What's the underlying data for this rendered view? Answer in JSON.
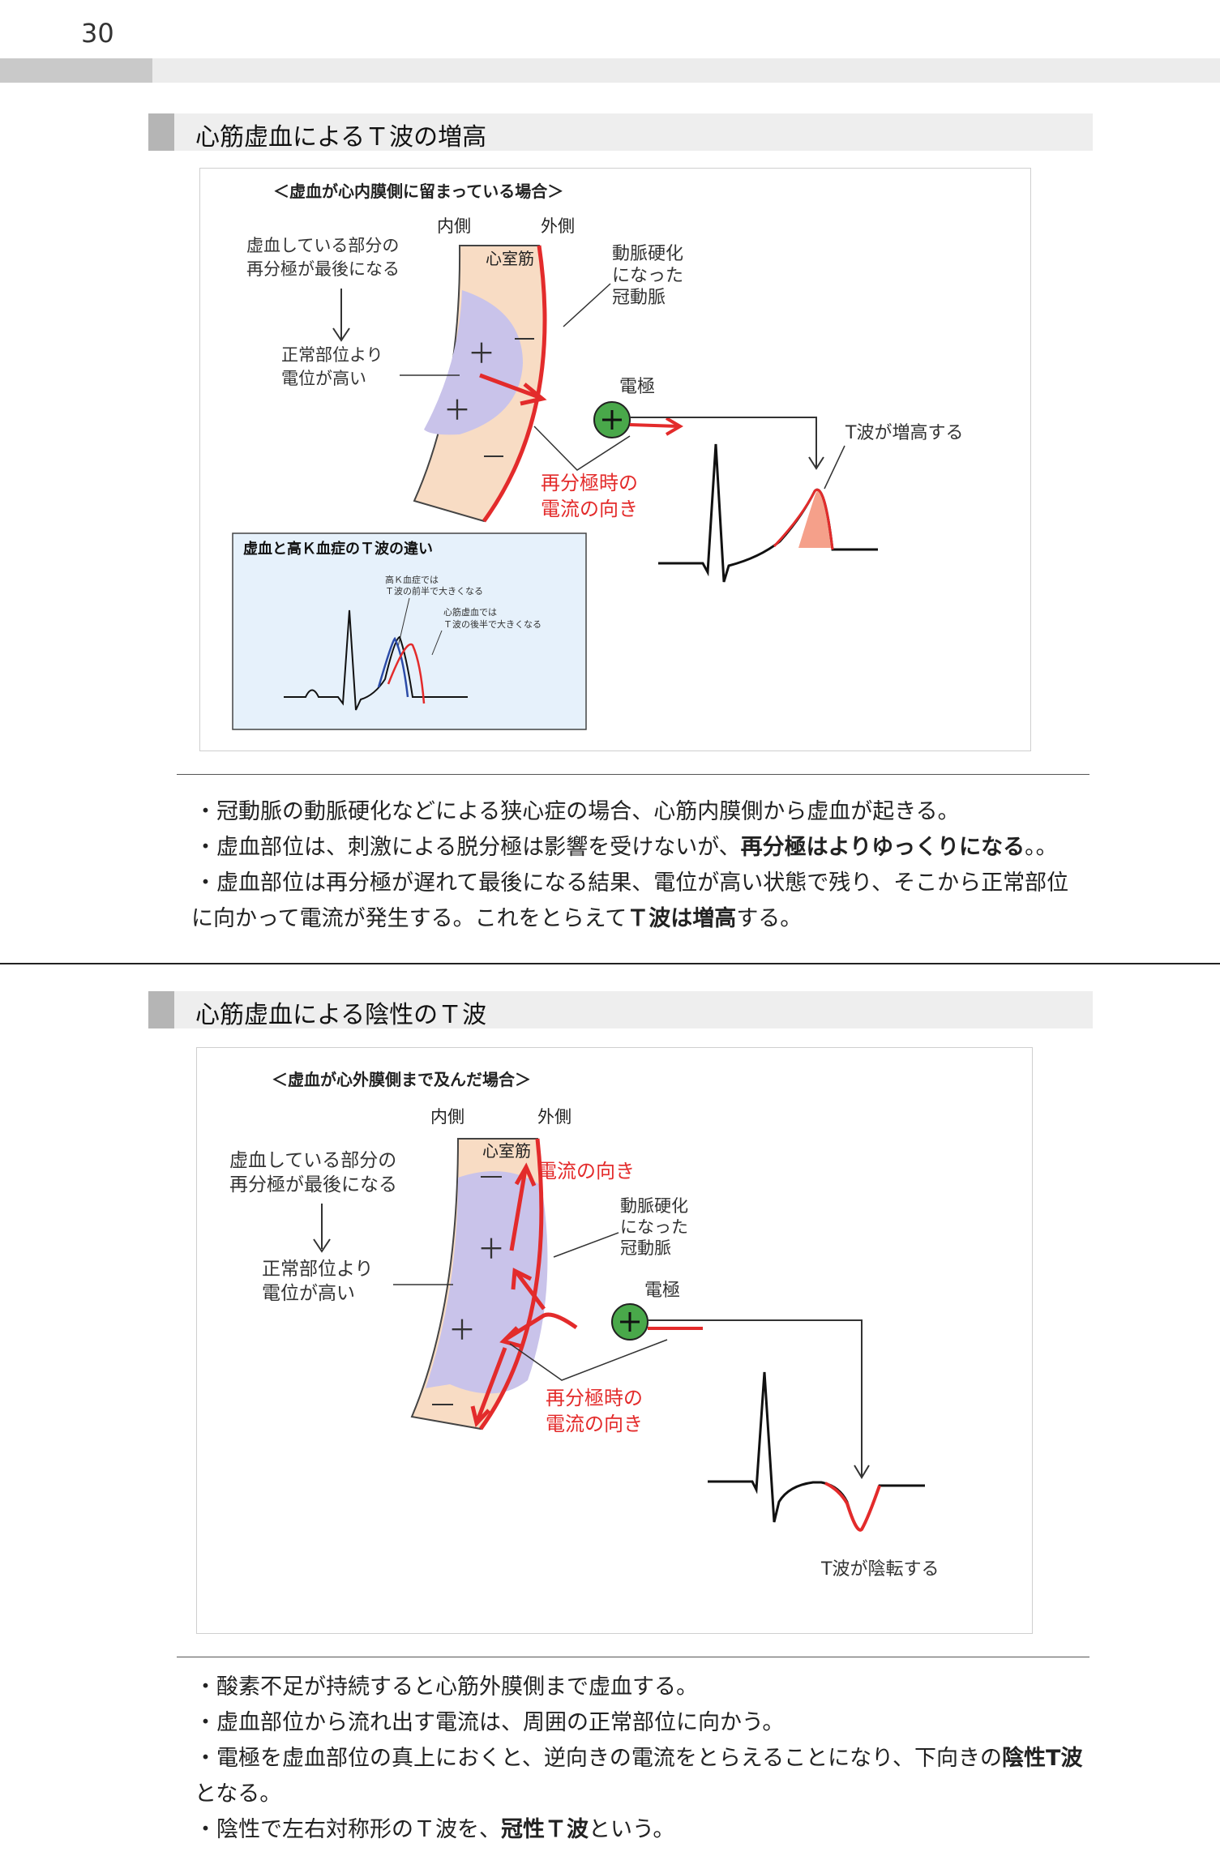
{
  "page_number": "30",
  "section1": {
    "title": "心筋虚血によるＴ波の増高",
    "figure": {
      "caption": "＜虚血が心内膜側に留まっている場合＞",
      "inner": "内側",
      "outer": "外側",
      "myocardium": "心室筋",
      "text_a1": "虚血している部分の",
      "text_a2": "再分極が最後になる",
      "text_b1": "正常部位より",
      "text_b2": "電位が高い",
      "artery1": "動脈硬化",
      "artery2": "になった",
      "artery3": "冠動脈",
      "electrode": "電極",
      "t_wave_result": "T波が増高する",
      "current1": "再分極時の",
      "current2": "電流の向き"
    },
    "inset": {
      "title": "虚血と高Ｋ血症のＴ波の違い",
      "note_k1": "高Ｋ血症では",
      "note_k2": "Ｔ波の前半で大きくなる",
      "note_i1": "心筋虚血では",
      "note_i2": "Ｔ波の後半で大きくなる"
    },
    "bullets": {
      "b1": "・冠動脈の動脈硬化などによる狭心症の場合、心筋内膜側から虚血が起きる。",
      "b2_pre": "・虚血部位は、刺激による脱分極は影響を受けないが、",
      "b2_bold": "再分極はよりゆっくりになる",
      "b2_post": "。。",
      "b3_l1": "・虚血部位は再分極が遅れて最後になる結果、電位が高い状態で残り、そこから正常部位",
      "b3_l2_pre": "に向かって電流が発生する。これをとらえて",
      "b3_l2_bold": "Ｔ波は増高",
      "b3_l2_post": "する。"
    }
  },
  "section2": {
    "title": "心筋虚血による陰性のＴ波",
    "figure": {
      "caption": "＜虚血が心外膜側まで及んだ場合＞",
      "inner": "内側",
      "outer": "外側",
      "myocardium": "心室筋",
      "current_dir": "電流の向き",
      "text_a1": "虚血している部分の",
      "text_a2": "再分極が最後になる",
      "text_b1": "正常部位より",
      "text_b2": "電位が高い",
      "artery1": "動脈硬化",
      "artery2": "になった",
      "artery3": "冠動脈",
      "electrode": "電極",
      "current1": "再分極時の",
      "current2": "電流の向き",
      "t_wave_result": "T波が陰転する"
    },
    "bullets": {
      "b1": "・酸素不足が持続すると心筋外膜側まで虚血する。",
      "b2": "・虚血部位から流れ出す電流は、周囲の正常部位に向かう。",
      "b3_pre": "・電極を虚血部位の真上におくと、逆向きの電流をとらえることになり、下向きの",
      "b3_bold": "陰性T波",
      "b3_l2": "となる。",
      "b4_pre": "・陰性で左右対称形のＴ波を、",
      "b4_bold": "冠性Ｔ波",
      "b4_post": "という。"
    }
  },
  "colors": {
    "red": "#e32b2b",
    "ischemia": "#c9c3ea",
    "muscle": "#f8dcc4",
    "electrode": "#49a84a",
    "inset_bg": "#e6f1fb",
    "t_fill": "#f5a08a"
  }
}
